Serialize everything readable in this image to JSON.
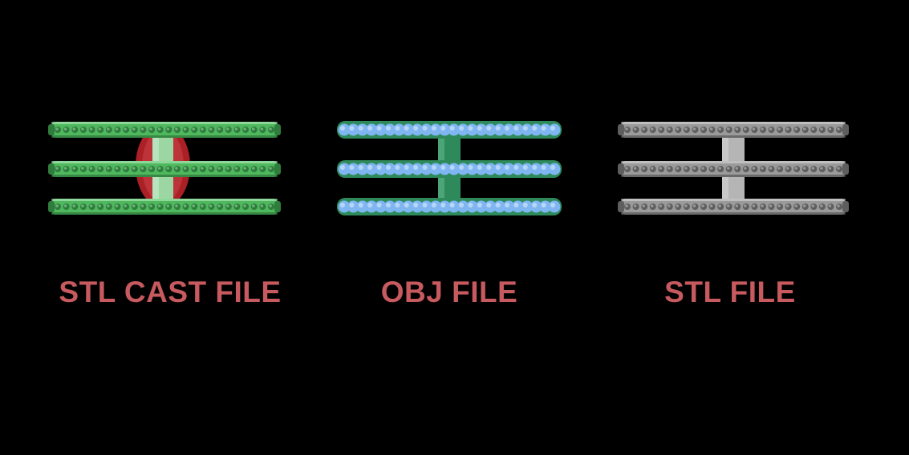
{
  "captions": {
    "stl_cast": "STL CAST FILE",
    "obj": "OBJ FILE",
    "stl": "STL FILE"
  },
  "colors": {
    "background": "#000000",
    "caption": "#c65a5f",
    "cast_green": "#4fb85f",
    "cast_green_dark": "#2f7c3c",
    "cast_sprue_red": "#c8262b",
    "obj_blue": "#7fb6f2",
    "obj_green": "#2e8a5a",
    "stl_gray": "#9a9a9a",
    "stl_gray_dark": "#5e5e5e"
  },
  "models": [
    {
      "name": "stl-cast-model",
      "icon": "ring-stack-cast-icon"
    },
    {
      "name": "obj-model",
      "icon": "ring-stack-obj-icon"
    },
    {
      "name": "stl-model",
      "icon": "ring-stack-stl-icon"
    }
  ]
}
